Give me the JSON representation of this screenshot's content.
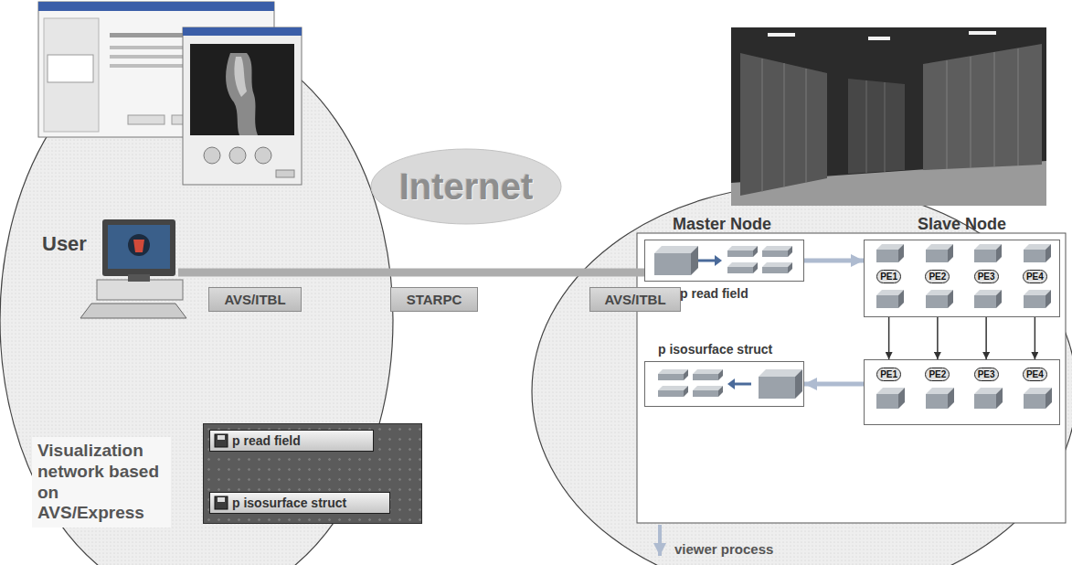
{
  "diagram": {
    "nodes": [
      {
        "text": [
          "AVS/ITBL"
        ]
      },
      {
        "text": [
          "Internet"
        ]
      },
      {
        "text": [
          "STARPC"
        ]
      },
      {
        "text": [
          "AVS/ITBL"
        ]
      },
      {
        "text": [
          "Visualization network based on AVS/Express"
        ]
      },
      {
        "text": [
          "p read field"
        ],
        "in": 4
      },
      {
        "text": [
          "p isosurface struct"
        ],
        "in": 4
      },
      {
        "text": [
          "Master Node",
          "p read field"
        ]
      },
      {
        "text": [
          "Slave Node",
          "PE1",
          "PE2",
          "PE3",
          "PE4"
        ]
      },
      {
        "text": [
          "PE1",
          "PE2",
          "PE3",
          "PE4"
        ]
      },
      {
        "text": [
          "p isosurface struct"
        ]
      }
    ],
    "edges": [
      {
        "from": 5,
        "to": 6,
        "arrow": "none"
      },
      {
        "from": 7,
        "to": 8,
        "arrow": "to"
      },
      {
        "from": 8,
        "to": 9,
        "arrow": "to"
      },
      {
        "from": 8,
        "to": 9,
        "arrow": "to"
      },
      {
        "from": 8,
        "to": 9,
        "arrow": "to"
      },
      {
        "from": 8,
        "to": 9,
        "arrow": "to"
      },
      {
        "from": 9,
        "to": 10,
        "arrow": "to"
      }
    ],
    "labels": [
      "User",
      "viewer process"
    ]
  }
}
